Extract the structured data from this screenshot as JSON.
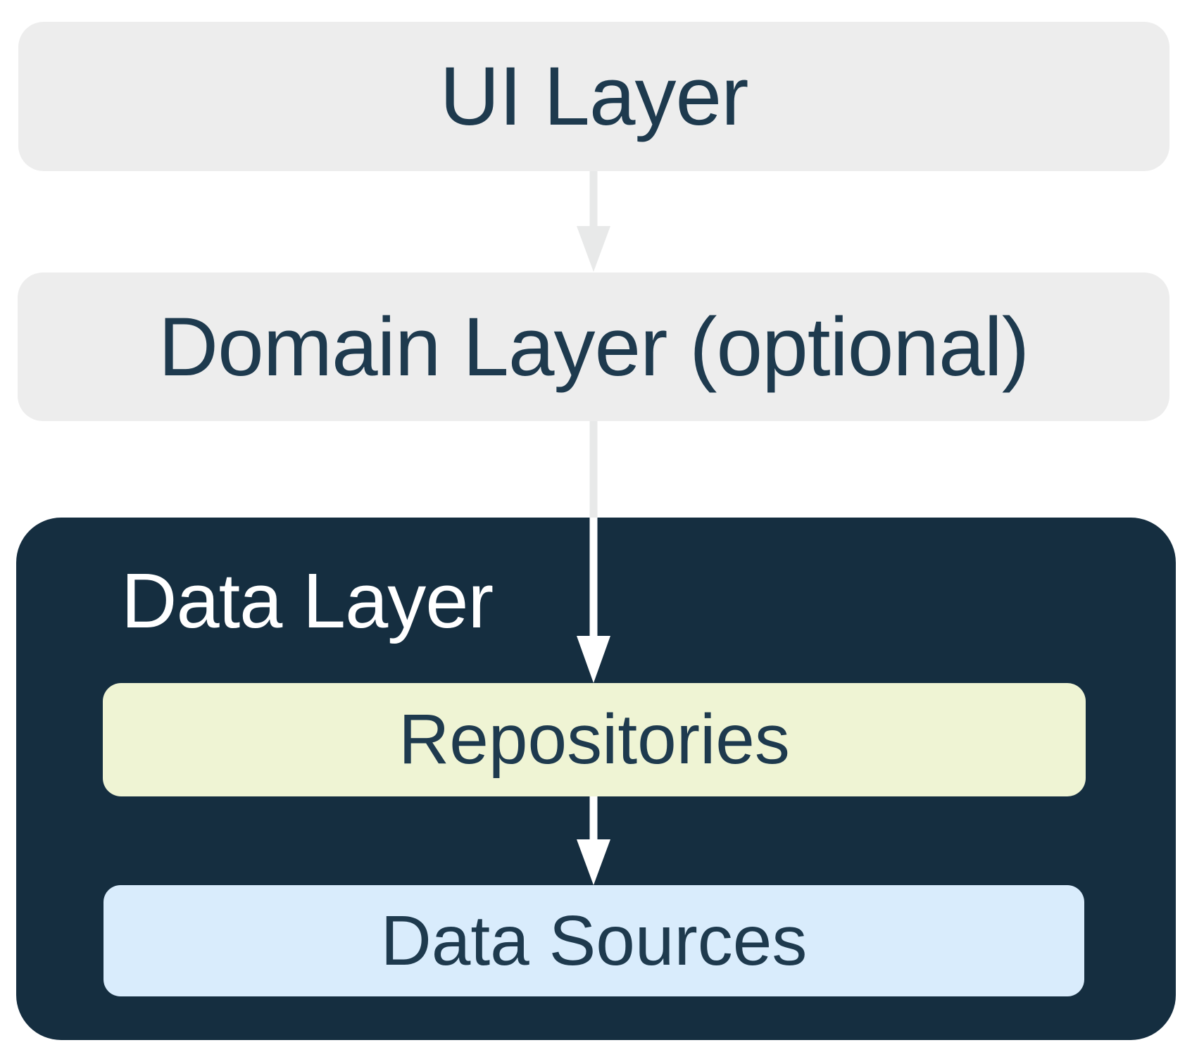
{
  "diagram": {
    "ui_layer": {
      "label": "UI Layer"
    },
    "domain_layer": {
      "label": "Domain Layer (optional)"
    },
    "data_layer": {
      "label": "Data Layer",
      "repositories": {
        "label": "Repositories"
      },
      "data_sources": {
        "label": "Data Sources"
      }
    },
    "arrows": [
      {
        "name": "ui-to-domain",
        "from": "UI Layer",
        "to": "Domain Layer (optional)",
        "color": "#e8e9e9"
      },
      {
        "name": "domain-to-repositories",
        "from": "Domain Layer (optional)",
        "to": "Repositories",
        "color": "#ffffff"
      },
      {
        "name": "repositories-to-data-sources",
        "from": "Repositories",
        "to": "Data Sources",
        "color": "#ffffff"
      }
    ]
  },
  "colors": {
    "gray_box": "#ededed",
    "navy": "#152e40",
    "green": "#eff4d4",
    "blue": "#d9ecfc",
    "text_navy": "#1e3a4e",
    "arrow_gray": "#e8e9e9",
    "white": "#ffffff"
  }
}
